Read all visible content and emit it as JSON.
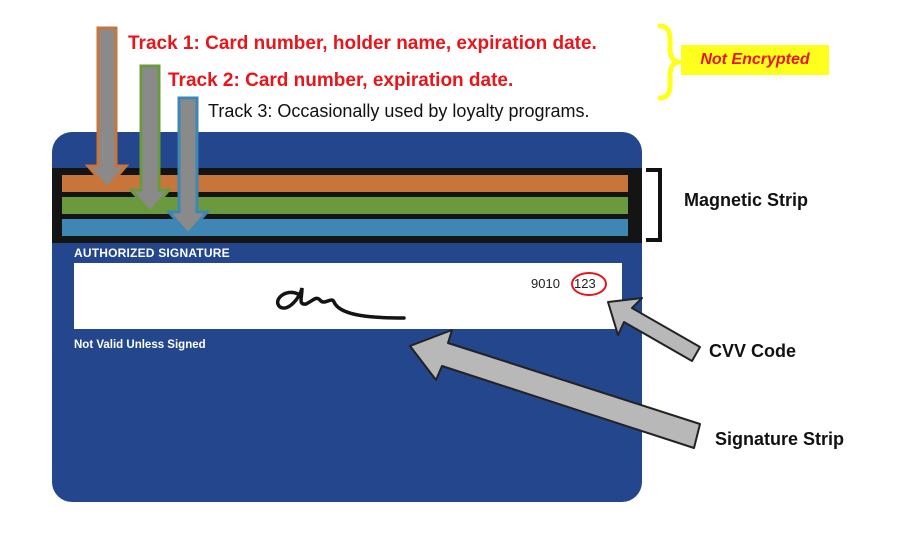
{
  "tracks": {
    "track1": "Track 1: Card number, holder name, expiration date.",
    "track2": "Track 2: Card number, expiration date.",
    "track3": "Track 3: Occasionally used by loyalty programs."
  },
  "not_encrypted": "Not Encrypted",
  "callouts": {
    "magnetic_strip": "Magnetic Strip",
    "cvv_code": "CVV Code",
    "signature_strip": "Signature Strip"
  },
  "card": {
    "authorized_signature": "AUTHORIZED SIGNATURE",
    "not_valid": "Not Valid Unless Signed",
    "cvv_prefix": "9010",
    "cvv": "123"
  },
  "colors": {
    "card_blue": "#23468c",
    "track1": "#c7753a",
    "track2": "#6b9a3e",
    "track3": "#3e86b4",
    "label_red": "#e8151b",
    "badge_yellow": "#ffff1e"
  },
  "icons": [
    "track1-arrow-icon",
    "track2-arrow-icon",
    "track3-arrow-icon",
    "cvv-arrow-icon",
    "signature-arrow-icon",
    "bracket-icon",
    "signature-scribble-icon"
  ]
}
